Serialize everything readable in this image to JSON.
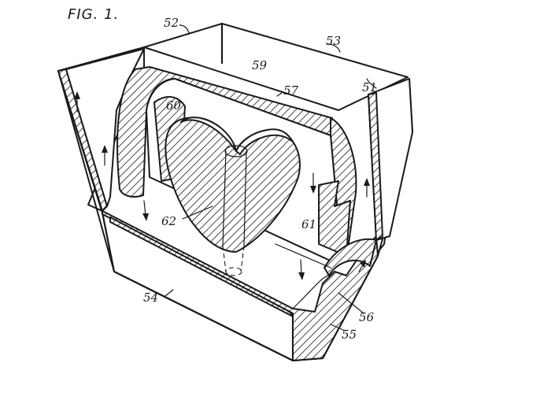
{
  "figure_label": "FIG. 1.",
  "labels": {
    "l51": "51",
    "l52": "52",
    "l53": "53",
    "l54": "54",
    "l55": "55",
    "l56": "56",
    "l57": "57",
    "l59": "59",
    "l60": "60",
    "l61": "61",
    "l62": "62"
  }
}
